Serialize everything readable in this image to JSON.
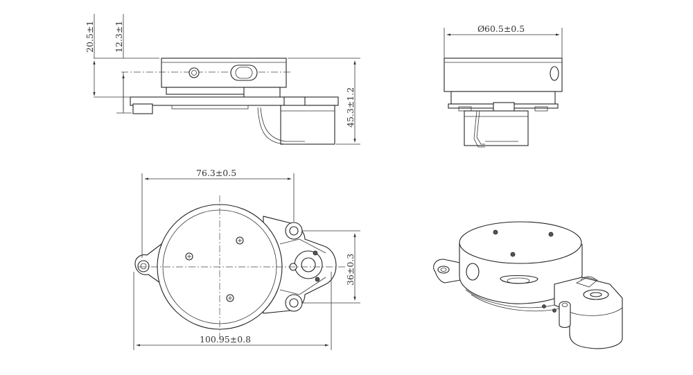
{
  "dimensions": {
    "height_total": "20.5±1",
    "height_upper": "12.3±1",
    "height_overall": "45.3±1.2",
    "diameter": "60.5±0.5",
    "diameter_symbol": "Ø",
    "width_mount": "76.3±0.5",
    "mount_spacing": "36±0.3",
    "overall_length": "100.95±0.8"
  },
  "views": [
    "side-view",
    "front-view",
    "top-view",
    "isometric-view"
  ]
}
